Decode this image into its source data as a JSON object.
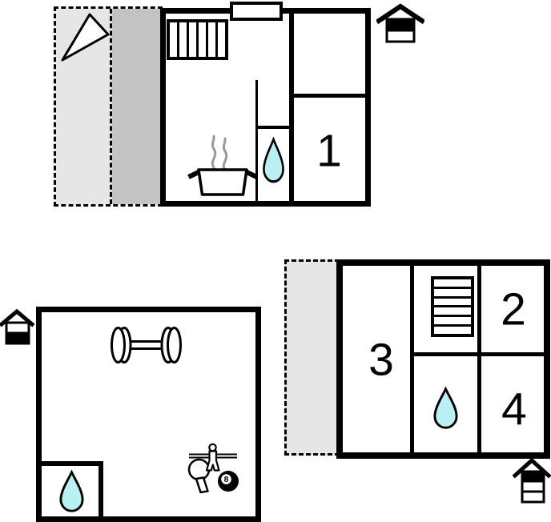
{
  "page": {
    "type": "holiday-home floor plans",
    "background": "#ffffff"
  },
  "colors": {
    "wall": "#000000",
    "terrace_light": "#e6e6e6",
    "terrace_dark": "#c3c3c3",
    "water": "#b8f0f4",
    "steam": "#999999"
  },
  "plans": {
    "upper_floor": {
      "name": "upper floor plan",
      "rooms": [
        {
          "label": "1"
        }
      ],
      "features": [
        "stairs-icon",
        "stove-icon",
        "water-drop-icon",
        "entrance",
        "parasol-icon"
      ],
      "terrace": {
        "style": "dashed-outline",
        "zones": 2
      },
      "level_indicator": {
        "levels": 2,
        "active": "top"
      }
    },
    "annex_top_floor": {
      "name": "annex top floor plan",
      "rooms": [
        {
          "label": "2"
        },
        {
          "label": "3"
        },
        {
          "label": "4"
        }
      ],
      "features": [
        "ladder-icon",
        "water-drop-icon"
      ],
      "terrace": {
        "style": "dashed-outline",
        "zones": 1
      },
      "level_indicator": {
        "levels": 3,
        "active": "top"
      }
    },
    "basement": {
      "name": "lower floor plan",
      "rooms": [],
      "billiard_ball_label": "8",
      "features": [
        "dumbbell-icon",
        "water-drop-icon",
        "table-tennis-icon",
        "foosball-icon",
        "billiard-ball-icon"
      ],
      "level_indicator": {
        "levels": 2,
        "active": "bottom"
      }
    }
  }
}
